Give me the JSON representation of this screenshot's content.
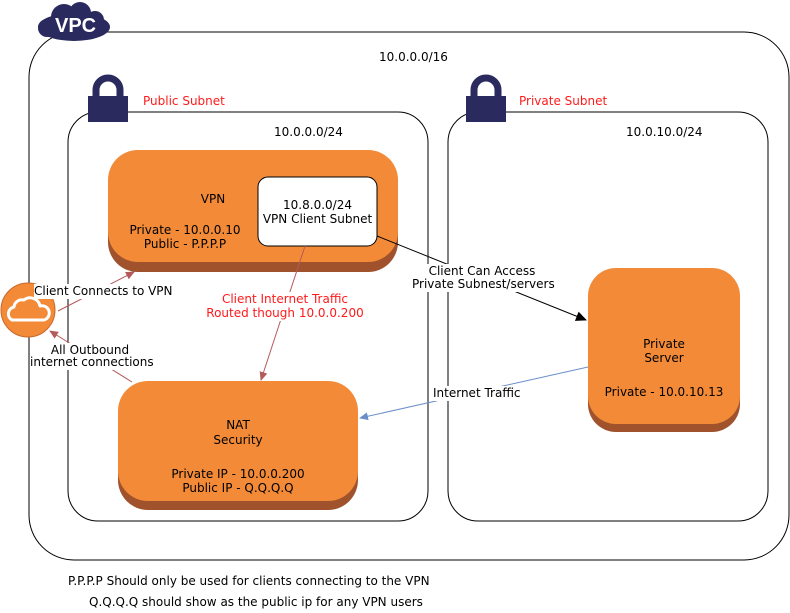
{
  "vpc": {
    "badge": "VPC",
    "cidr": "10.0.0.0/16"
  },
  "public_subnet": {
    "label": "Public Subnet",
    "cidr": "10.0.0.0/24"
  },
  "private_subnet": {
    "label": "Private Subnet",
    "cidr": "10.0.10.0/24"
  },
  "vpn_node": {
    "title": "VPN",
    "private": "Private - 10.0.0.10",
    "public": "Public - P.P.P.P",
    "client_subnet": {
      "cidr": "10.8.0.0/24",
      "label": "VPN Client Subnet"
    }
  },
  "nat_node": {
    "title": "NAT",
    "subtitle": "Security",
    "private": "Private IP - 10.0.0.200",
    "public": "Public IP - Q.Q.Q.Q"
  },
  "private_server": {
    "title_line1": "Private",
    "title_line2": "Server",
    "private": "Private - 10.0.10.13"
  },
  "edges": {
    "client_connects": "Client Connects to VPN",
    "outbound_line1": "All Outbound",
    "outbound_line2": "internet connections",
    "client_traffic_line1": "Client Internet Traffic",
    "client_traffic_line2": "Routed though 10.0.0.200",
    "client_access_line1": "Client Can Access",
    "client_access_line2": "Private Subnest/servers",
    "internet_traffic": "Internet Traffic"
  },
  "notes": [
    "P.P.P.P Should only be used for clients connecting to the VPN",
    "Q.Q.Q.Q should show as the public ip for any VPN users"
  ],
  "colors": {
    "vpc_navy": "#2a2a5e",
    "node_orange": "#f28a37",
    "node_shadow": "#a0522d",
    "label_red": "#ff1a1a",
    "edge_red": "#b55a5a",
    "edge_blue": "#6a8fc8"
  }
}
